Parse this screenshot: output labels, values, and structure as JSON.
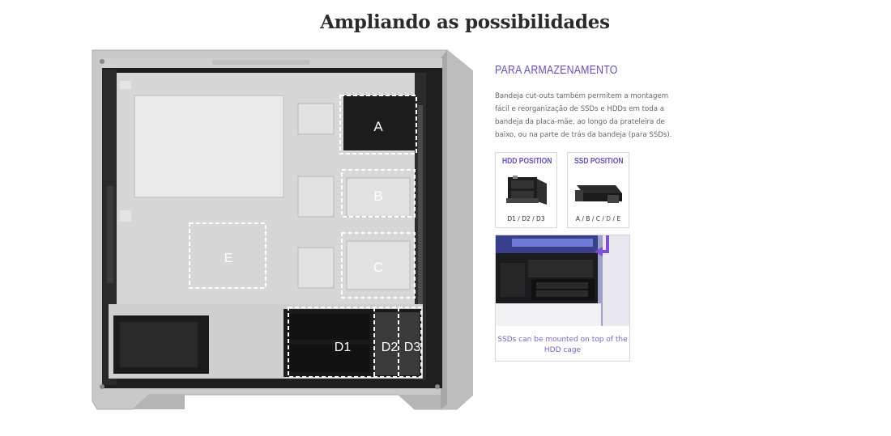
{
  "heading": "Ampliando as possibilidades",
  "case_labels": {
    "a": "A",
    "b": "B",
    "c": "C",
    "e": "E",
    "d1": "D1",
    "d2": "D2",
    "d3": "D3"
  },
  "storage": {
    "title": "PARA ARMAZENAMENTO",
    "description": "Bandeja cut-outs também permitem a montagem fácil e reorganização de SSDs e HDDs em toda a bandeja da placa-mãe, ao longo da prateleira de baixo, ou na parte de trás da bandeja (para SSDs).",
    "hdd_card": {
      "title": "HDD POSITION",
      "positions": "D1 / D2 / D3"
    },
    "ssd_card": {
      "title": "SSD POSITION",
      "positions_prefix": "A / B / C / ",
      "positions_highlight": "D",
      "positions_suffix": " / E"
    },
    "photo_caption": "SSDs can be mounted on top of the HDD cage"
  },
  "colors": {
    "accent": "#6a4fc2",
    "case_body": "#d4d4d4",
    "case_frame": "#c2c2c2",
    "dark_panel": "#1c1c1c"
  }
}
